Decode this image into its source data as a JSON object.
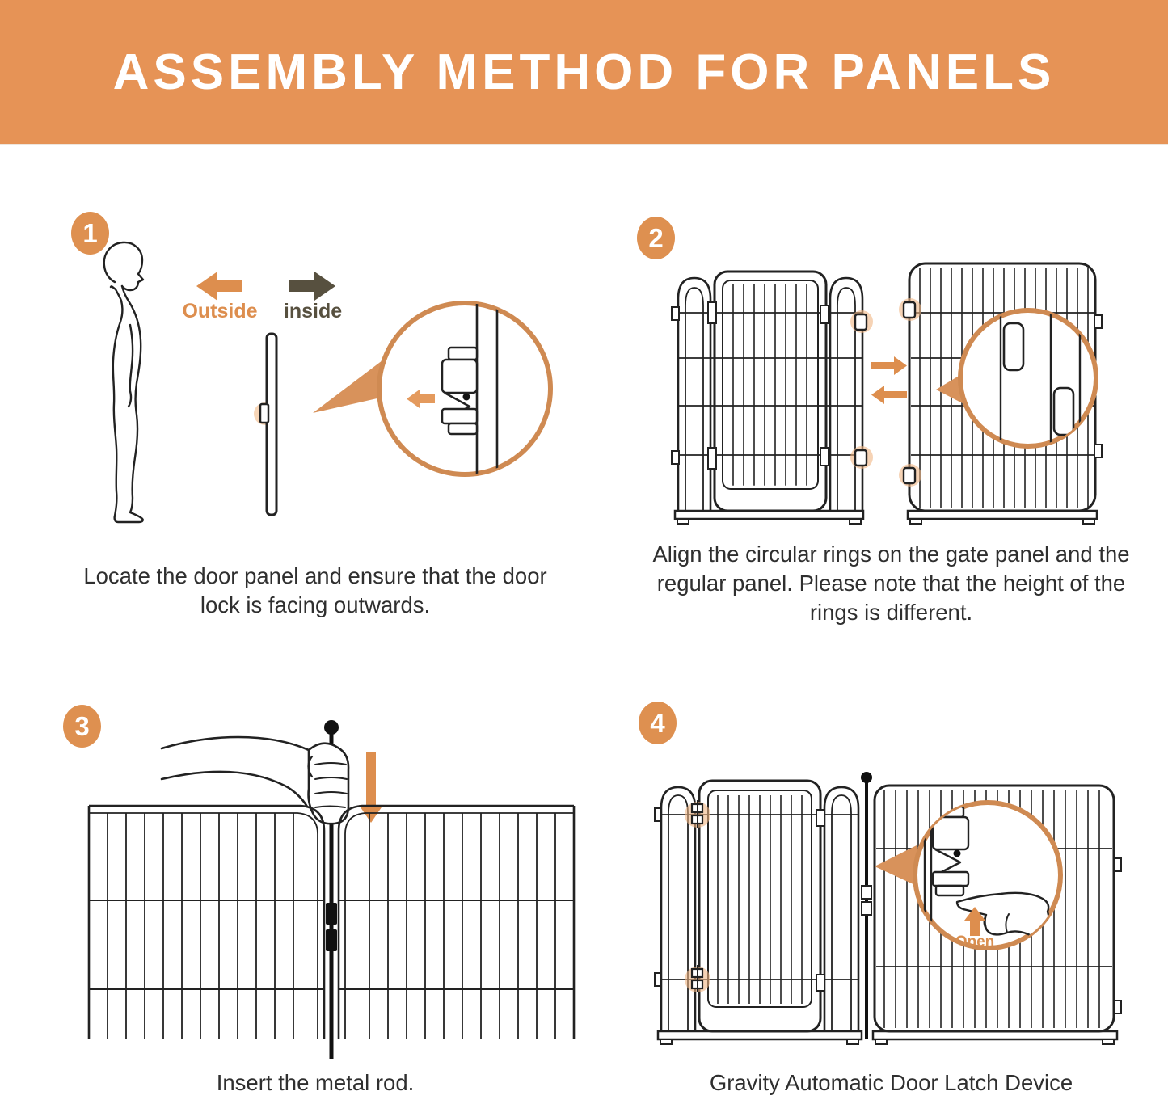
{
  "header": {
    "title": "ASSEMBLY METHOD FOR PANELS"
  },
  "colors": {
    "banner_orange": "#E69356",
    "accent_orange": "#DD8E4E",
    "magnifier_orange": "#CF8A52",
    "dark_label": "#57503F",
    "line_art": "#222222",
    "caption_text": "#2F2F2F"
  },
  "steps": [
    {
      "number": "1",
      "caption": "Locate the door panel and ensure that the door lock is facing outwards.",
      "labels": {
        "outside": "Outside",
        "inside": "inside"
      }
    },
    {
      "number": "2",
      "caption": "Align the circular rings on the gate panel and the regular panel. Please note that the height of the rings is different."
    },
    {
      "number": "3",
      "caption": "Insert the metal rod."
    },
    {
      "number": "4",
      "caption": "Gravity Automatic Door Latch Device",
      "labels": {
        "open": "Open"
      }
    }
  ]
}
